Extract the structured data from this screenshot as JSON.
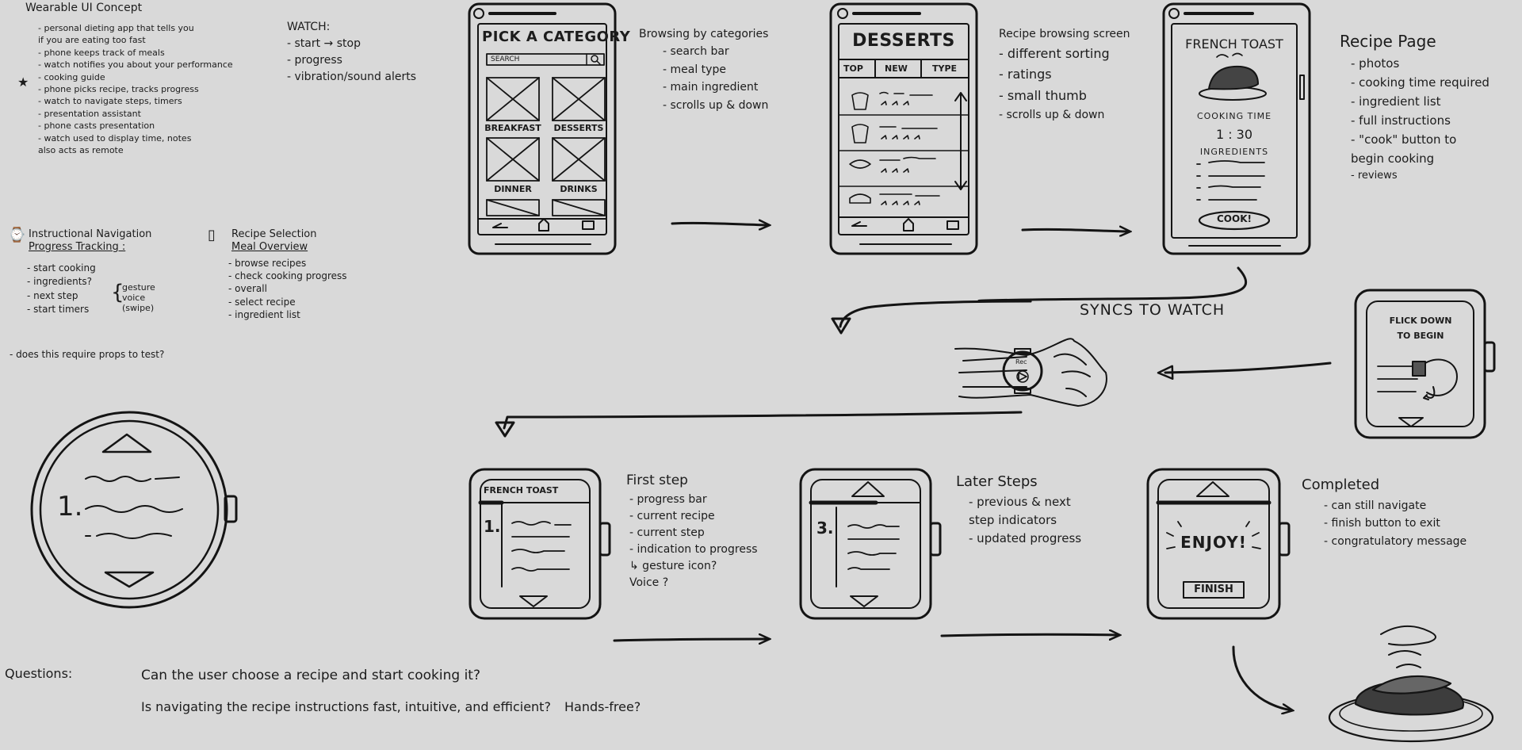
{
  "concept": {
    "title": "Wearable UI Concept",
    "lines": [
      "- personal dieting app that tells you",
      "  if you are eating too fast",
      "    - phone keeps track of meals",
      "    - watch notifies you about your performance",
      "- cooking guide",
      "    - phone picks recipe, tracks progress",
      "    - watch to navigate steps, timers",
      "- presentation assistant",
      "    - phone casts presentation",
      "    - watch used to display time, notes",
      "      also acts as remote"
    ],
    "star": "★"
  },
  "watch_notes": {
    "title": "WATCH:",
    "items": [
      "- start → stop",
      "- progress",
      "- vibration/sound alerts"
    ]
  },
  "instructional": {
    "title_line1": "Instructional Navigation",
    "title_line2": "Progress Tracking :",
    "items": [
      "- start cooking",
      "- ingredients?",
      "- next step",
      "- start timers"
    ],
    "gesture": [
      "gesture",
      "voice",
      "(swipe)"
    ]
  },
  "recipe_selection": {
    "title_line1": "Recipe Selection",
    "title_line2": "Meal Overview",
    "items": [
      "- browse recipes",
      "- check cooking progress",
      "  - overall",
      "- select recipe",
      "- ingredient list"
    ]
  },
  "props_question": "- does this require props to test?",
  "phone1": {
    "title": "PICK A CATEGORY",
    "search_placeholder": "SEARCH",
    "categories": [
      "BREAKFAST",
      "DESSERTS",
      "DINNER",
      "DRINKS"
    ]
  },
  "phone1_notes": {
    "title": "Browsing by categories",
    "items": [
      "- search bar",
      "- meal type",
      "- main ingredient",
      "- scrolls up & down"
    ]
  },
  "phone2": {
    "title": "DESSERTS",
    "tabs": [
      "TOP",
      "NEW",
      "TYPE"
    ]
  },
  "phone2_notes": {
    "title": "Recipe browsing screen",
    "items": [
      "- different sorting",
      "- ratings",
      "- small thumb",
      "- scrolls up & down"
    ]
  },
  "phone3": {
    "title": "FRENCH TOAST",
    "cooking_time_label": "COOKING TIME",
    "cooking_time": "1 : 30",
    "ingredients_label": "INGREDIENTS",
    "cook_button": "COOK!"
  },
  "phone3_notes": {
    "title": "Recipe Page",
    "items": [
      "- photos",
      "- cooking time required",
      "- ingredient list",
      "- full instructions",
      "- \"cook\" button to",
      "   begin cooking",
      "- reviews"
    ]
  },
  "sync_label": "SYNCS TO WATCH",
  "watch_flick": {
    "line1": "FLICK DOWN",
    "line2": "TO BEGIN"
  },
  "watch_step1": {
    "title": "FRENCH TOAST",
    "step": "1."
  },
  "first_step_notes": {
    "title": "First step",
    "items": [
      "- progress bar",
      "- current recipe",
      "- current step",
      "- indication to progress",
      "  ↳ gesture icon?",
      "     Voice ?"
    ]
  },
  "watch_step3": {
    "step": "3."
  },
  "later_notes": {
    "title": "Later Steps",
    "items": [
      "- previous & next",
      "  step indicators",
      "- updated progress"
    ]
  },
  "watch_done": {
    "message": "ENJOY!",
    "finish_button": "FINISH"
  },
  "completed_notes": {
    "title": "Completed",
    "items": [
      "- can still navigate",
      "- finish button to exit",
      "- congratulatory message"
    ]
  },
  "big_watch": {
    "step": "1."
  },
  "wrist_watch_label": "Rec",
  "questions": {
    "label": "Questions:",
    "q1": "Can the user choose a recipe and start cooking it?",
    "q2": "Is navigating the recipe instructions fast, intuitive, and efficient?",
    "q3": "Hands-free?"
  }
}
